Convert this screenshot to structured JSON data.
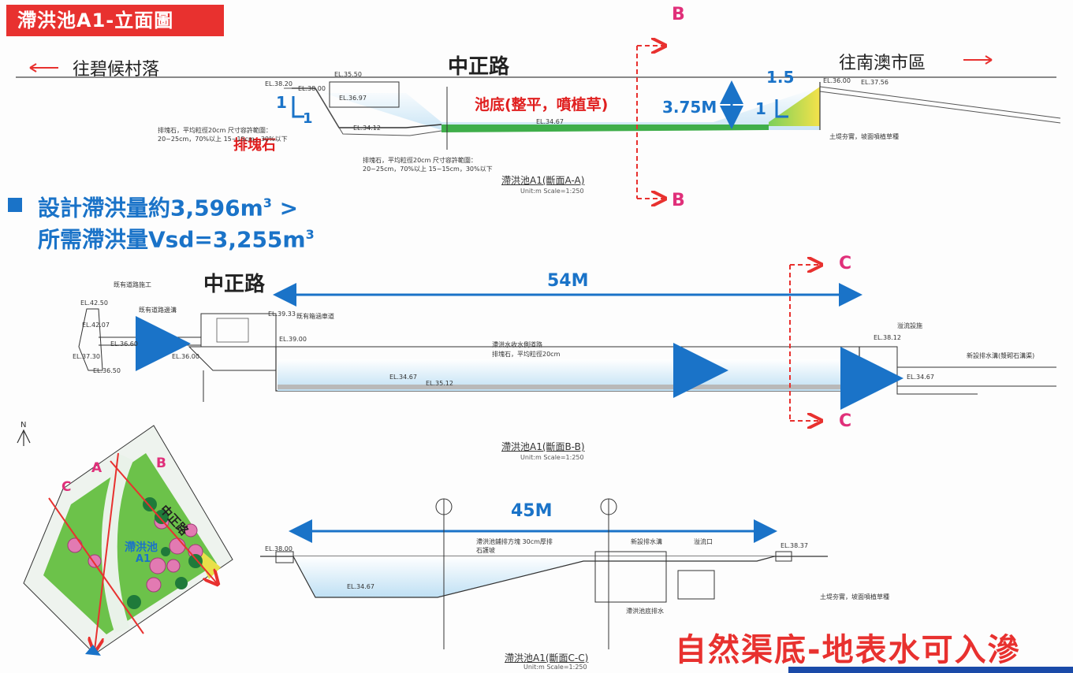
{
  "title": "滯洪池A1-立面圖",
  "section_aa": {
    "road": "中正路",
    "dir_left": "往碧候村落",
    "dir_right": "往南澳市區",
    "section_letter_top": "B",
    "section_letter_bottom": "B",
    "pond_bottom_note": "池底(整平，噴植草)",
    "depth_label": "3.75M",
    "slope_top": "1.5",
    "slope_side": "1",
    "slope_left_1": "1",
    "slope_left_2": "1",
    "riprap_label": "排塊石",
    "el_labels": [
      "EL.35.50",
      "EL.38.20",
      "EL.38.00",
      "EL.36.97",
      "EL.34.12",
      "EL.34.67",
      "EL.36.00",
      "EL.37.56"
    ],
    "note_left": "排塊石，平均粒徑20cm 尺寸容許範圍：20~25cm，70%以上 15~15cm，30%以下",
    "note_mid": "排塊石，平均粒徑20cm 尺寸容許範圍：20~25cm，70%以上 15~15cm，30%以下",
    "note_right": "土堤夯實，坡面噴植草種",
    "caption": "滯洪池A1(斷面A-A)",
    "caption_scale": "Unit:m Scale=1:250"
  },
  "design": {
    "line1_prefix": "設計滯洪量約3,596m",
    "line1_sup": "3",
    "line1_suffix": " >",
    "line2_prefix": "所需滯洪量Vsd=3,255m",
    "line2_sup": "3"
  },
  "section_bb": {
    "road": "中正路",
    "length": "54M",
    "section_letter_top": "C",
    "section_letter_bottom": "C",
    "el_labels": [
      "EL.42.50",
      "EL.42.07",
      "EL.36.60",
      "EL.37.30",
      "EL.36.50",
      "EL.36.00",
      "EL.39.33",
      "EL.39.00",
      "EL.34.67",
      "EL.35.12",
      "EL.38.12",
      "EL.34.67"
    ],
    "notes": [
      "既有道路施工",
      "既有道路邊溝",
      "既有箱涵車道",
      "滯洪水收水側道路",
      "排塊石，平均粒徑20cm",
      "溢流設施",
      "新設排水溝(漿砌石溝渠)"
    ],
    "caption": "滯洪池A1(斷面B-B)",
    "caption_scale": "Unit:m Scale=1:250"
  },
  "section_cc": {
    "length": "45M",
    "el_labels": [
      "EL.38.00",
      "EL.34.67",
      "EL.38.37"
    ],
    "notes": [
      "滯洪池鋪排方塊 30cm厚排石護坡",
      "新設排水溝",
      "溢流口",
      "滯洪池底排水",
      "土堤夯實，坡面噴植草種"
    ],
    "caption": "滯洪池A1(斷面C-C)",
    "caption_scale": "Unit:m Scale=1:250"
  },
  "plan": {
    "north": "N",
    "road": "中正路",
    "pond_label_1": "滯洪池",
    "pond_label_2": "A1",
    "letters": [
      "A",
      "B",
      "C"
    ]
  },
  "footer": "自然渠底-地表水可入滲",
  "colors": {
    "red": "#e8312f",
    "blue": "#1a73c8",
    "pink": "#e0307a",
    "water": "#cfe8f7",
    "grass": "#3fae4a"
  }
}
